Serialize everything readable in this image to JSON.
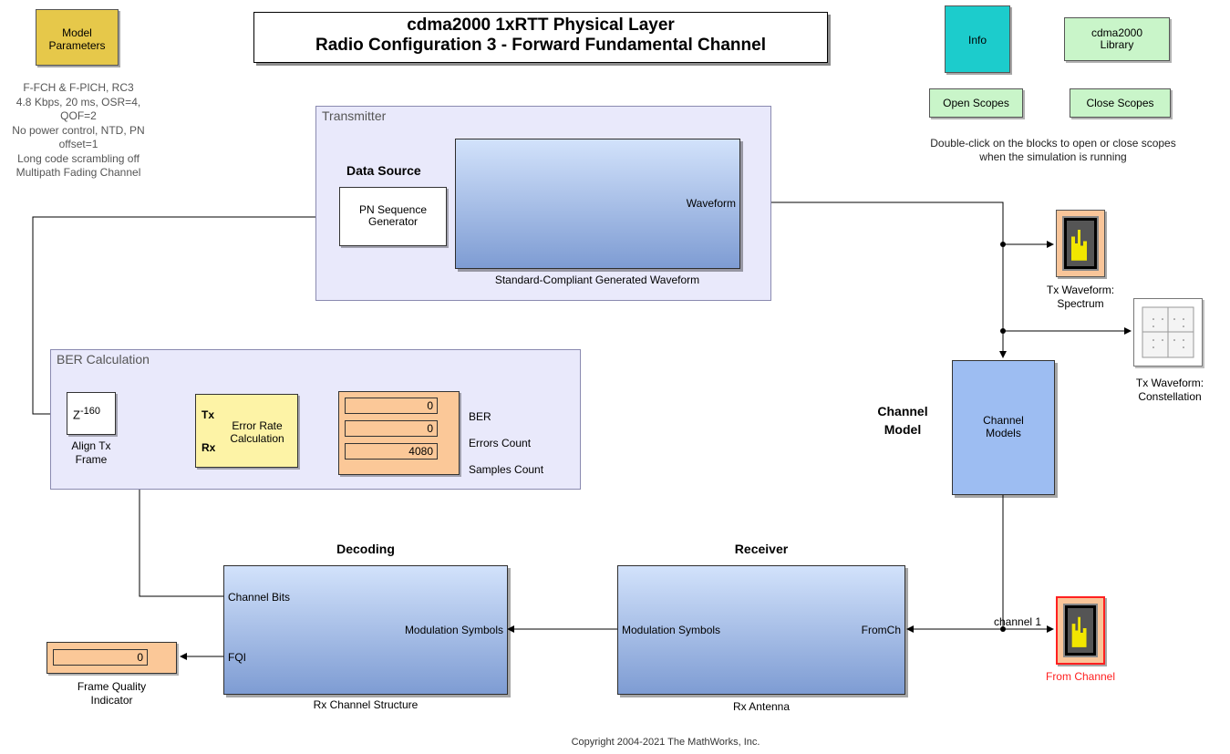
{
  "title": {
    "line1": "cdma2000 1xRTT Physical Layer",
    "line2": "Radio Configuration 3 - Forward Fundamental Channel"
  },
  "model_parameters": {
    "button_label_line1": "Model",
    "button_label_line2": "Parameters",
    "description": [
      "F-FCH & F-PICH, RC3",
      "4.8 Kbps, 20 ms, OSR=4, QOF=2",
      "No power control, NTD, PN offset=1",
      "Long code scrambling off",
      "Multipath Fading Channel"
    ]
  },
  "buttons": {
    "info": "Info",
    "library_line1": "cdma2000",
    "library_line2": "Library",
    "open_scopes": "Open Scopes",
    "close_scopes": "Close Scopes",
    "hint_line1": "Double-click on the blocks to open or close scopes",
    "hint_line2": "when the simulation is running"
  },
  "transmitter": {
    "area_label": "Transmitter",
    "data_source_heading": "Data Source",
    "pn_block_line1": "PN Sequence",
    "pn_block_line2": "Generator",
    "waveform_port": "Waveform",
    "waveform_block_caption": "Standard-Compliant Generated Waveform"
  },
  "scopes": {
    "tx_spectrum_line1": "Tx Waveform:",
    "tx_spectrum_line2": "Spectrum",
    "tx_constellation_line1": "Tx Waveform:",
    "tx_constellation_line2": "Constellation",
    "from_channel": "From Channel",
    "channel_signal_label": "channel 1"
  },
  "ber": {
    "area_label": "BER Calculation",
    "delay_base": "Z",
    "delay_exponent": "-160",
    "align_caption_line1": "Align Tx",
    "align_caption_line2": "Frame",
    "error_rate_line1": "Error Rate",
    "error_rate_line2": "Calculation",
    "port_tx": "Tx",
    "port_rx": "Rx",
    "display_values": [
      "0",
      "0",
      "4080"
    ],
    "display_labels": [
      "BER",
      "Errors Count",
      "Samples Count"
    ]
  },
  "channel": {
    "heading_line1": "Channel",
    "heading_line2": "Model",
    "block_line1": "Channel",
    "block_line2": "Models"
  },
  "receiver": {
    "heading": "Receiver",
    "in_port": "FromCh",
    "out_port": "Modulation Symbols",
    "caption": "Rx Antenna"
  },
  "decoding": {
    "heading": "Decoding",
    "in_port": "Modulation Symbols",
    "out_port_bits": "Channel Bits",
    "out_port_fqi": "FQI",
    "caption": "Rx Channel Structure"
  },
  "fqi": {
    "value": "0",
    "caption_line1": "Frame Quality",
    "caption_line2": "Indicator"
  },
  "copyright": "Copyright 2004-2021 The MathWorks, Inc.",
  "colors": {
    "area_fill": "#e9e9fb",
    "subsystem_top": "#d2e2fb",
    "subsystem_bottom": "#7e9cd3",
    "model_params_button": "#e6c84a",
    "info_button": "#1ccccc",
    "green_button": "#c9f5c9",
    "display_fill": "#fbc898",
    "error_rate_fill": "#fdf3a6",
    "channel_block": "#9dbdf2",
    "from_channel_red": "#ff2020"
  }
}
